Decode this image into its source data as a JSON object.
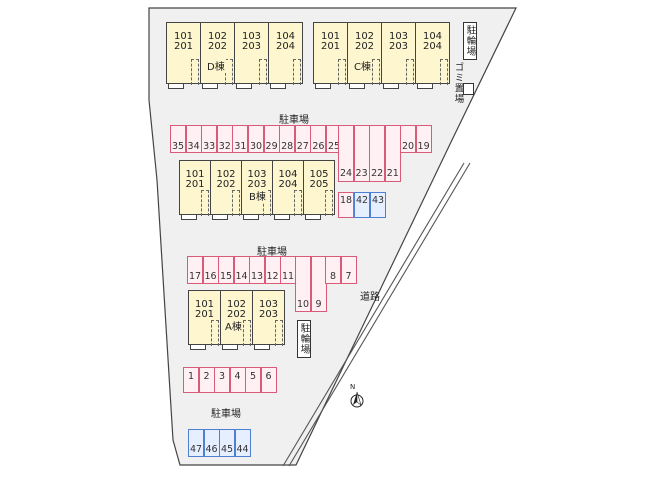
{
  "buildings": [
    {
      "key": "D",
      "label": "D棟",
      "units": [
        [
          "101",
          "201"
        ],
        [
          "102",
          "202"
        ],
        [
          "103",
          "203"
        ],
        [
          "104",
          "204"
        ]
      ]
    },
    {
      "key": "C",
      "label": "C棟",
      "units": [
        [
          "101",
          "201"
        ],
        [
          "102",
          "202"
        ],
        [
          "103",
          "203"
        ],
        [
          "104",
          "204"
        ]
      ]
    },
    {
      "key": "B",
      "label": "B棟",
      "units": [
        [
          "101",
          "201"
        ],
        [
          "102",
          "202"
        ],
        [
          "103",
          "203"
        ],
        [
          "104",
          "204"
        ],
        [
          "105",
          "205"
        ]
      ]
    },
    {
      "key": "A",
      "label": "A棟",
      "units": [
        [
          "101",
          "201"
        ],
        [
          "102",
          "202"
        ],
        [
          "103",
          "203"
        ]
      ]
    }
  ],
  "parking_labels": {
    "top": "駐車場",
    "middle": "駐車場",
    "bottom": "駐車場"
  },
  "parking": {
    "top_row": [
      "35",
      "34",
      "33",
      "32",
      "31",
      "30",
      "29",
      "28",
      "27",
      "26",
      "25"
    ],
    "top_long": [
      "24",
      "23",
      "22",
      "21"
    ],
    "top_right": [
      "20",
      "19"
    ],
    "small_red": [
      "18"
    ],
    "small_blue": [
      "42",
      "43"
    ],
    "middle_row": [
      "17",
      "16",
      "15",
      "14",
      "13",
      "12",
      "11"
    ],
    "middle_long": [
      "10",
      "9"
    ],
    "middle_right": [
      "8",
      "7"
    ],
    "bottom_row": [
      "1",
      "2",
      "3",
      "4",
      "5",
      "6"
    ],
    "bottom_blue": [
      "47",
      "46",
      "45",
      "44"
    ]
  },
  "bicycle_parking": [
    "駐輪場",
    "駐輪場"
  ],
  "garbage": "ゴミ置場",
  "road": "道路",
  "north": "N",
  "colors": {
    "building": "#fdf6cf",
    "parking_red": "#d85b7a",
    "parking_blue": "#4f7fd0"
  }
}
